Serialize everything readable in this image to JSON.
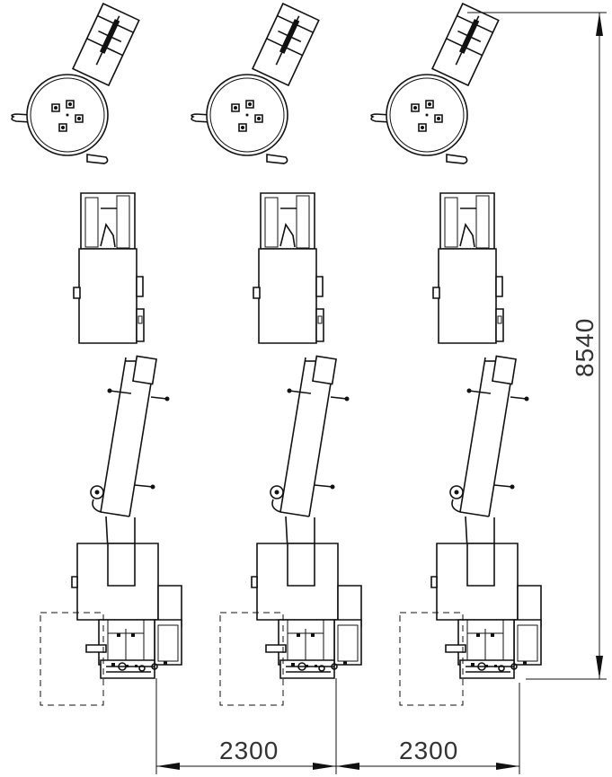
{
  "dimensions": {
    "overall_length": "8540",
    "spacing_left": "2300",
    "spacing_right": "2300"
  },
  "machines": [
    {
      "id": "unit-1"
    },
    {
      "id": "unit-2"
    },
    {
      "id": "unit-3"
    }
  ]
}
